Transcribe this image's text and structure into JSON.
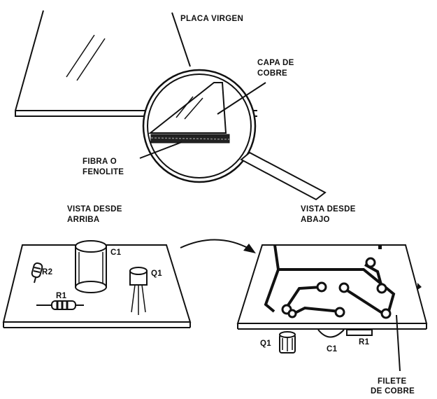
{
  "labels": {
    "placa_virgen": "PLACA VIRGEN",
    "capa_line1": "CAPA DE",
    "capa_line2": "COBRE",
    "fibra_line1": "FIBRA O",
    "fibra_line2": "FENOLITE",
    "arriba_line1": "VISTA DESDE",
    "arriba_line2": "ARRIBA",
    "abajo_line1": "VISTA DESDE",
    "abajo_line2": "ABAJO",
    "r2": "R2",
    "r1": "R1",
    "c1": "C1",
    "q1": "Q1",
    "bottom_q1": "Q1",
    "bottom_c1": "C1",
    "bottom_r1": "R1",
    "filete_line1": "FILETE",
    "filete_line2": "DE COBRE"
  }
}
